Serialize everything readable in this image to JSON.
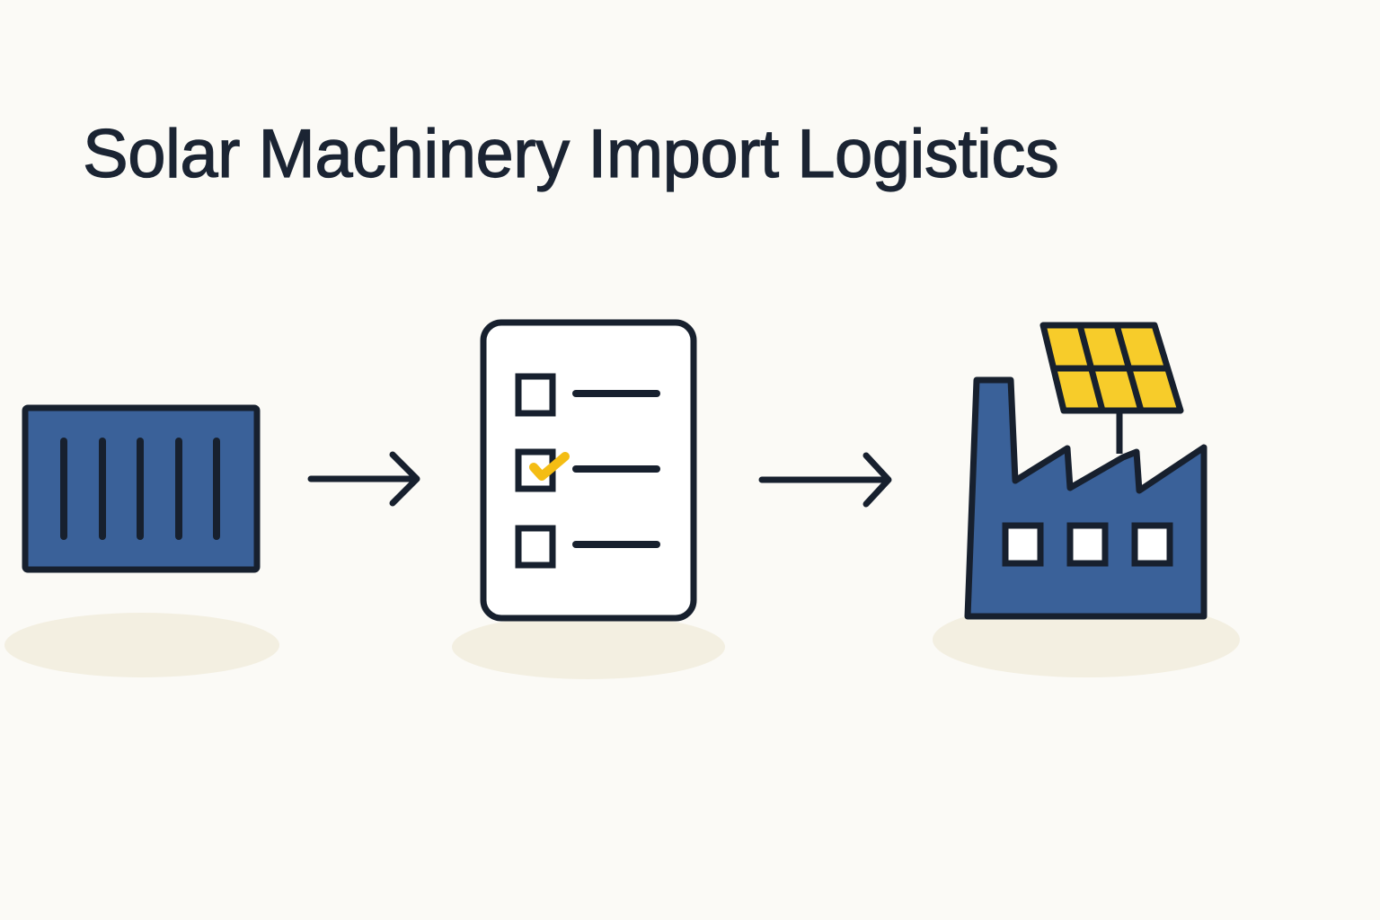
{
  "title": "Solar Machinery Import Logistics",
  "colors": {
    "background": "#fbfaf6",
    "outline": "#17202e",
    "blue": "#3a6199",
    "yellow": "#f7cc2a",
    "check": "#f4bd14",
    "shadow": "#f3efe1",
    "paper": "#ffffff"
  },
  "steps": [
    {
      "name": "shipping-container",
      "icon": "container-icon"
    },
    {
      "name": "customs-checklist",
      "icon": "checklist-icon",
      "items": 3,
      "checked_index": 1
    },
    {
      "name": "solar-factory",
      "icon": "solar-factory-icon"
    }
  ],
  "arrows": [
    "arrow-right-icon",
    "arrow-right-icon"
  ]
}
